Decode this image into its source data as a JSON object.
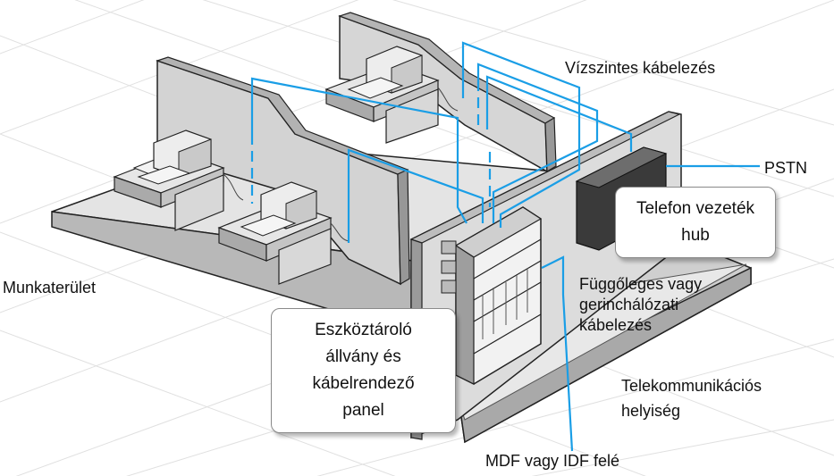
{
  "labels": {
    "horizontal_cabling": "Vízszintes kábelezés",
    "pstn": "PSTN",
    "phone_hub": [
      "Telefon vezeték",
      "hub"
    ],
    "work_area": "Munkaterület",
    "vertical_cabling": [
      "Függőleges vagy",
      "gerinchálózati",
      "kábelezés"
    ],
    "equipment_rack": [
      "Eszköztároló",
      "állvány és",
      "kábelrendező",
      "panel"
    ],
    "telecom_room": [
      "Telekommunikációs",
      "helyiség"
    ],
    "to_mdf_idf": "MDF vagy IDF felé"
  },
  "colors": {
    "cable": "#1a9ee6",
    "wall": "#d9d9d9",
    "floor": "#e2e2e2",
    "outline": "#222222",
    "grid": "#dedede"
  }
}
